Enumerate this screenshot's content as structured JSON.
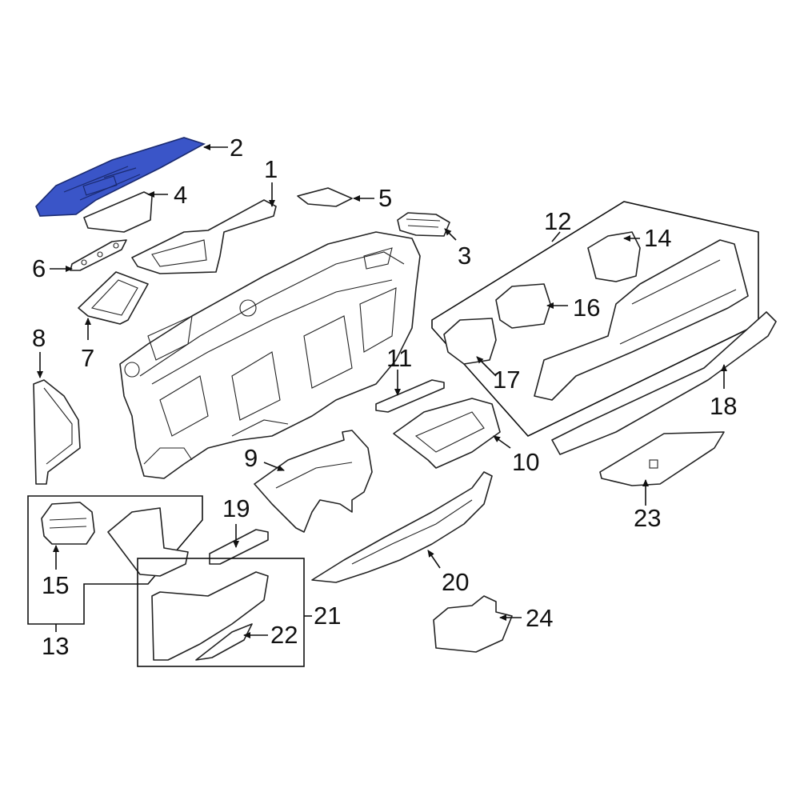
{
  "diagram": {
    "highlight_color": "#3a55c8",
    "line_color": "#222222",
    "background": "#ffffff",
    "callouts": {
      "c1": "1",
      "c2": "2",
      "c3": "3",
      "c4": "4",
      "c5": "5",
      "c6": "6",
      "c7": "7",
      "c8": "8",
      "c9": "9",
      "c10": "10",
      "c11": "11",
      "c12": "12",
      "c13": "13",
      "c14": "14",
      "c15": "15",
      "c16": "16",
      "c17": "17",
      "c18": "18",
      "c19": "19",
      "c20": "20",
      "c21": "21",
      "c22": "22",
      "c23": "23",
      "c24": "24"
    }
  }
}
